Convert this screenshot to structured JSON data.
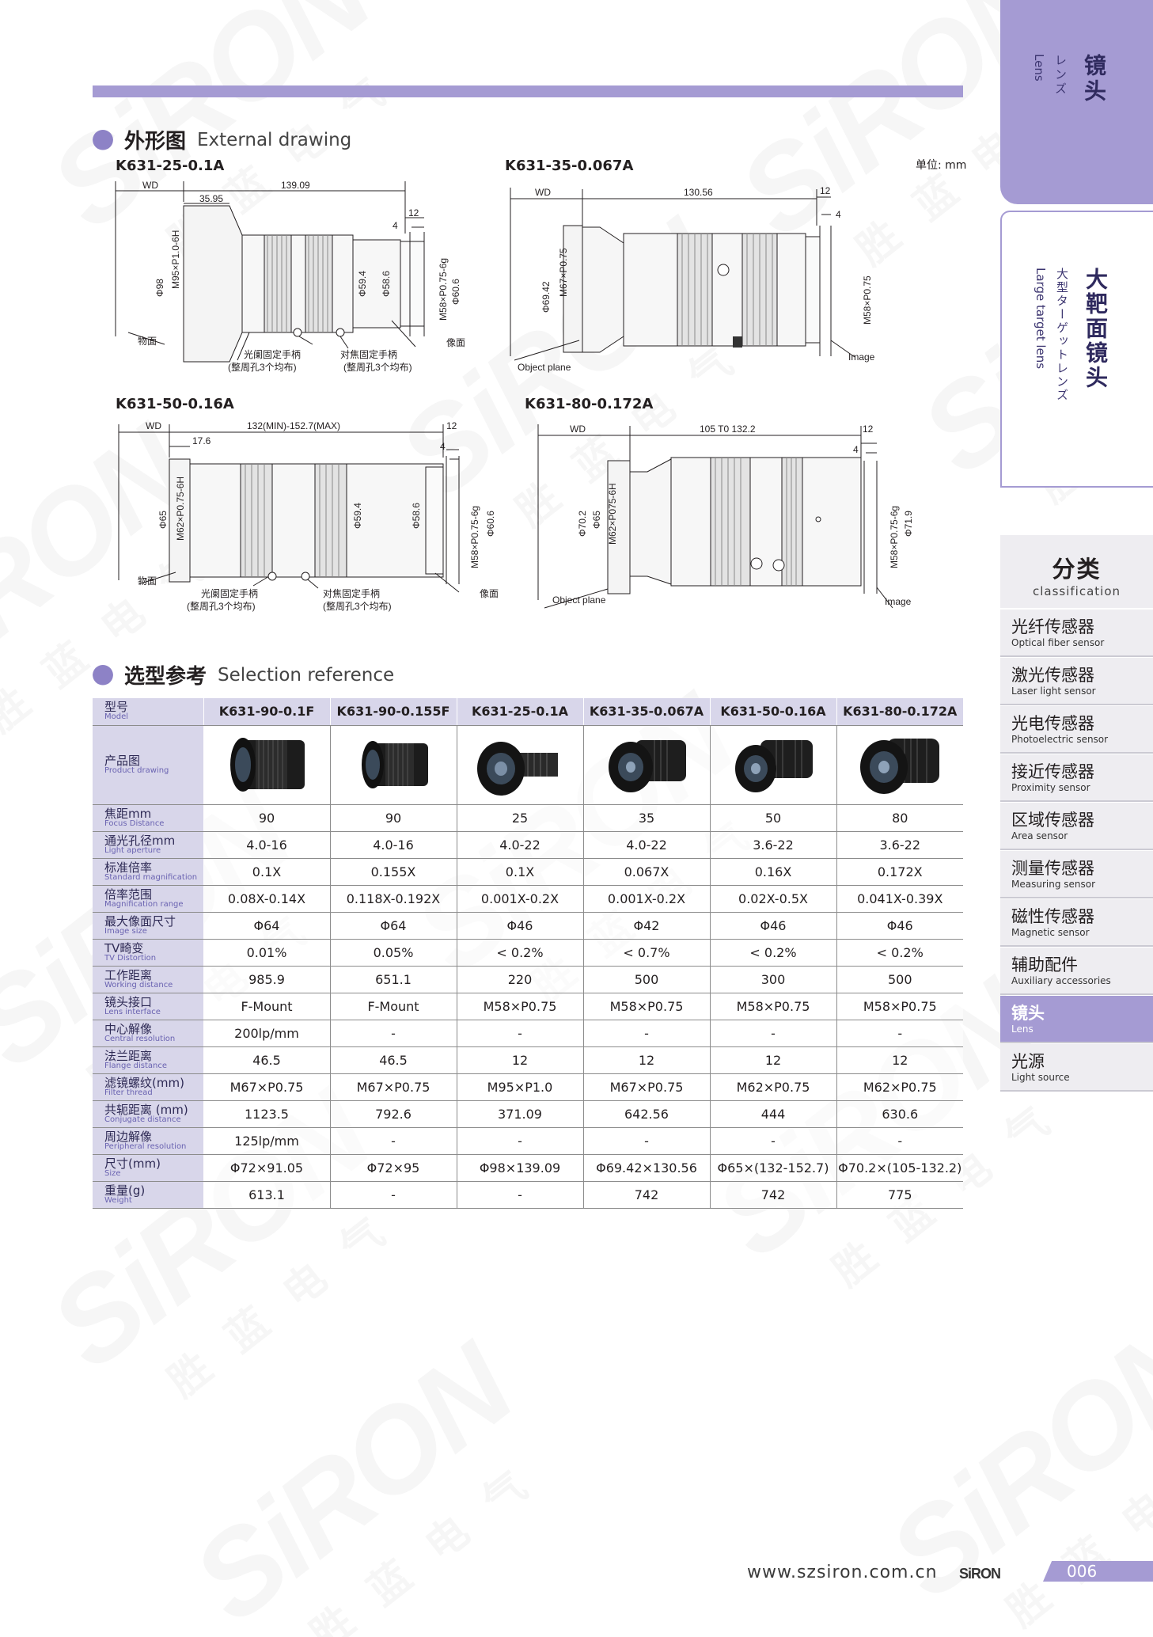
{
  "watermark": {
    "brand": "SiRON",
    "cn": "胜蓝电气"
  },
  "sidebar": {
    "lens_tab": {
      "zh": "镜头",
      "jp": "レンズ",
      "en": "Lens"
    },
    "current": {
      "zh": "大靶面镜头",
      "jp": "大型ターゲットレンズ",
      "en": "Large target lens"
    },
    "classification": {
      "zh": "分类",
      "en": "classification"
    },
    "categories": [
      {
        "zh": "光纤传感器",
        "en": "Optical fiber sensor",
        "active": false
      },
      {
        "zh": "激光传感器",
        "en": "Laser light sensor",
        "active": false
      },
      {
        "zh": "光电传感器",
        "en": "Photoelectric sensor",
        "active": false
      },
      {
        "zh": "接近传感器",
        "en": "Proximity sensor",
        "active": false
      },
      {
        "zh": "区域传感器",
        "en": "Area sensor",
        "active": false
      },
      {
        "zh": "测量传感器",
        "en": "Measuring sensor",
        "active": false
      },
      {
        "zh": "磁性传感器",
        "en": "Magnetic sensor",
        "active": false
      },
      {
        "zh": "辅助配件",
        "en": "Auxiliary accessories",
        "active": false
      },
      {
        "zh": "镜头",
        "en": "Lens",
        "active": true
      },
      {
        "zh": "光源",
        "en": "Light source",
        "active": false
      }
    ]
  },
  "external_drawing": {
    "title_zh": "外形图",
    "title_en": "External drawing",
    "unit": "单位: mm",
    "drawings": [
      {
        "model": "K631-25-0.1A",
        "dims": {
          "wd": "WD",
          "d1": "35.95",
          "d2": "139.09",
          "d3": "12",
          "d4": "4",
          "dia1": "Φ98",
          "thread1": "M95×P1.0-6H",
          "dia2": "Φ59.4",
          "dia3": "Φ58.6",
          "thread2": "M58×P0.75-6g",
          "dia4": "Φ60.6"
        },
        "labels": {
          "object": "物面",
          "image": "像面",
          "hand1a": "光阑固定手柄",
          "hand1b": "(整周孔3个均布)",
          "hand2a": "对焦固定手柄",
          "hand2b": "(整周孔3个均布)"
        }
      },
      {
        "model": "K631-35-0.067A",
        "dims": {
          "wd": "WD",
          "d2": "130.56",
          "d3": "12",
          "d4": "4",
          "dia1": "Φ69.42",
          "thread1": "M67×P0.75",
          "thread2": "M58×P0.75"
        },
        "labels": {
          "object": "Object plane",
          "image": "Image"
        }
      },
      {
        "model": "K631-50-0.16A",
        "dims": {
          "wd": "WD",
          "d1": "17.6",
          "d2": "132(MIN)-152.7(MAX)",
          "d3": "12",
          "d4": "4",
          "dia1": "Φ65",
          "thread1": "M62×P0.75-6H",
          "dia2": "Φ59.4",
          "dia3": "Φ58.6",
          "thread2": "M58×P0.75-6g",
          "dia4": "Φ60.6"
        },
        "labels": {
          "object": "物面",
          "image": "像面",
          "hand1a": "光阑固定手柄",
          "hand1b": "(整周孔3个均布)",
          "hand2a": "对焦固定手柄",
          "hand2b": "(整周孔3个均布)"
        }
      },
      {
        "model": "K631-80-0.172A",
        "dims": {
          "wd": "WD",
          "d2": "105 T0 132.2",
          "d3": "12",
          "d4": "4",
          "dia1": "Φ70.2",
          "dia0": "Φ65",
          "thread1": "M62×P075-6H",
          "thread2": "M58×P0.75-6g",
          "dia4": "Φ71.9"
        },
        "labels": {
          "object": "Object plane",
          "image": "Image"
        }
      }
    ]
  },
  "selection": {
    "title_zh": "选型参考",
    "title_en": "Selection reference",
    "header": {
      "zh": "型号",
      "en": "Model"
    },
    "models": [
      "K631-90-0.1F",
      "K631-90-0.155F",
      "K631-25-0.1A",
      "K631-35-0.067A",
      "K631-50-0.16A",
      "K631-80-0.172A"
    ],
    "image_row": {
      "zh": "产品图",
      "en": "Product drawing"
    },
    "rows": [
      {
        "zh": "焦距mm",
        "en": "Focus Distance",
        "values": [
          "90",
          "90",
          "25",
          "35",
          "50",
          "80"
        ]
      },
      {
        "zh": "通光孔径mm",
        "en": "Light aperture",
        "values": [
          "4.0-16",
          "4.0-16",
          "4.0-22",
          "4.0-22",
          "3.6-22",
          "3.6-22"
        ]
      },
      {
        "zh": "标准倍率",
        "en": "Standard magnification",
        "values": [
          "0.1X",
          "0.155X",
          "0.1X",
          "0.067X",
          "0.16X",
          "0.172X"
        ]
      },
      {
        "zh": "倍率范围",
        "en": "Magnification range",
        "values": [
          "0.08X-0.14X",
          "0.118X-0.192X",
          "0.001X-0.2X",
          "0.001X-0.2X",
          "0.02X-0.5X",
          "0.041X-0.39X"
        ]
      },
      {
        "zh": "最大像面尺寸",
        "en": "Image size",
        "values": [
          "Φ64",
          "Φ64",
          "Φ46",
          "Φ42",
          "Φ46",
          "Φ46"
        ]
      },
      {
        "zh": "TV畸变",
        "en": "TV Distortion",
        "values": [
          "0.01%",
          "0.05%",
          "< 0.2%",
          "< 0.7%",
          "< 0.2%",
          "< 0.2%"
        ]
      },
      {
        "zh": "工作距离",
        "en": "Working distance",
        "values": [
          "985.9",
          "651.1",
          "220",
          "500",
          "300",
          "500"
        ]
      },
      {
        "zh": "镜头接口",
        "en": "Lens interface",
        "values": [
          "F-Mount",
          "F-Mount",
          "M58×P0.75",
          "M58×P0.75",
          "M58×P0.75",
          "M58×P0.75"
        ]
      },
      {
        "zh": "中心解像",
        "en": "Central resolution",
        "values": [
          "200lp/mm",
          "-",
          "-",
          "-",
          "-",
          "-"
        ]
      },
      {
        "zh": "法兰距离",
        "en": "Flange distance",
        "values": [
          "46.5",
          "46.5",
          "12",
          "12",
          "12",
          "12"
        ]
      },
      {
        "zh": "滤镜螺纹(mm)",
        "en": "Filter thread",
        "values": [
          "M67×P0.75",
          "M67×P0.75",
          "M95×P1.0",
          "M67×P0.75",
          "M62×P0.75",
          "M62×P0.75"
        ]
      },
      {
        "zh": "共轭距离 (mm)",
        "en": "Conjugate distance",
        "values": [
          "1123.5",
          "792.6",
          "371.09",
          "642.56",
          "444",
          "630.6"
        ]
      },
      {
        "zh": "周边解像",
        "en": "Peripheral resolution",
        "values": [
          "125lp/mm",
          "-",
          "-",
          "-",
          "-",
          "-"
        ]
      },
      {
        "zh": "尺寸(mm)",
        "en": "Size",
        "values": [
          "Φ72×91.05",
          "Φ72×95",
          "Φ98×139.09",
          "Φ69.42×130.56",
          "Φ65×(132-152.7)",
          "Φ70.2×(105-132.2)"
        ]
      },
      {
        "zh": "重量(g)",
        "en": "Weight",
        "values": [
          "613.1",
          "-",
          "-",
          "742",
          "742",
          "775"
        ]
      }
    ]
  },
  "footer": {
    "url": "www.szsiron.com.cn",
    "logo": "SiRON",
    "page": "006"
  },
  "colors": {
    "accent": "#a59bd3",
    "label_bg": "#d8d6ea",
    "dark": "#231f20"
  }
}
